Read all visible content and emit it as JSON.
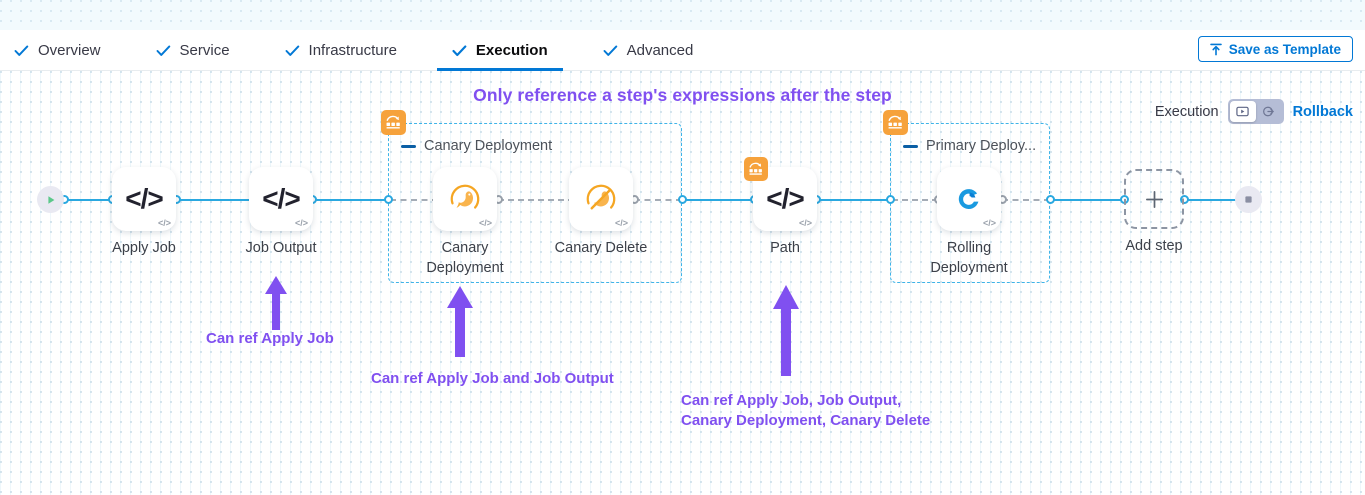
{
  "tabs": [
    {
      "label": "Overview",
      "icon": "check-icon",
      "active": false
    },
    {
      "label": "Service",
      "icon": "check-icon",
      "active": false
    },
    {
      "label": "Infrastructure",
      "icon": "check-icon",
      "active": false
    },
    {
      "label": "Execution",
      "icon": "check-icon",
      "active": true
    },
    {
      "label": "Advanced",
      "icon": "check-icon",
      "active": false
    }
  ],
  "toolbar": {
    "save_template_label": "Save as Template",
    "save_template_icon": "upload-template-icon"
  },
  "headline": "Only reference a step's expressions after the step",
  "exec_control": {
    "label": "Execution",
    "toggle_left_icon": "execution-view-icon",
    "toggle_right_icon": "rollback-view-icon",
    "selected": "execution",
    "rollback_label": "Rollback"
  },
  "nodes": [
    {
      "id": "start",
      "label": "",
      "type": "start",
      "icon": "play-icon"
    },
    {
      "id": "apply-job",
      "label": "Apply Job",
      "type": "step",
      "icon": "code-icon",
      "mini_icon": "code-mini-icon"
    },
    {
      "id": "job-output",
      "label": "Job Output",
      "type": "step",
      "icon": "code-icon",
      "mini_icon": "code-mini-icon"
    },
    {
      "id": "canary-deployment",
      "label": "Canary\nDeployment",
      "type": "step",
      "icon": "canary-bird-icon",
      "mini_icon": "code-mini-icon"
    },
    {
      "id": "canary-delete",
      "label": "Canary Delete",
      "type": "step",
      "icon": "canary-delete-icon",
      "mini_icon": "code-mini-icon"
    },
    {
      "id": "path",
      "label": "Path",
      "type": "step",
      "icon": "code-icon",
      "mini_icon": "code-mini-icon",
      "badge_icon": "stage-template-icon"
    },
    {
      "id": "rolling-deployment",
      "label": "Rolling\nDeployment",
      "type": "step",
      "icon": "rolling-deployment-icon",
      "mini_icon": "code-mini-icon"
    },
    {
      "id": "add-step",
      "label": "Add step",
      "type": "add",
      "icon": "plus-icon"
    },
    {
      "id": "end",
      "label": "",
      "type": "end",
      "icon": "stop-icon"
    }
  ],
  "node_labels": {
    "apply_job": "Apply Job",
    "job_output": "Job Output",
    "canary_deployment_l1": "Canary",
    "canary_deployment_l2": "Deployment",
    "canary_delete": "Canary Delete",
    "path": "Path",
    "rolling_deployment_l1": "Rolling",
    "rolling_deployment_l2": "Deployment",
    "add_step": "Add step"
  },
  "groups": [
    {
      "id": "canary-deployment-group",
      "title": "Canary Deployment",
      "badge_icon": "stage-template-icon",
      "collapse_icon": "collapse-dash-icon"
    },
    {
      "id": "primary-deployment-group",
      "title": "Primary Deploy...",
      "badge_icon": "stage-template-icon",
      "collapse_icon": "collapse-dash-icon"
    }
  ],
  "annotations": [
    {
      "id": "ann-apply-job",
      "text": "Can ref Apply Job"
    },
    {
      "id": "ann-canary-deployment",
      "text": "Can ref Apply Job and Job Output"
    },
    {
      "id": "ann-path-line1",
      "text": "Can ref Apply Job, Job Output,"
    },
    {
      "id": "ann-path-line2",
      "text": "Canary Deployment, Canary Delete"
    }
  ],
  "colors": {
    "accent_blue": "#0278d5",
    "link_blue": "#2aa8e0",
    "group_border": "#3fb4e8",
    "annotation_purple": "#8050f0",
    "badge_orange": "#f6a23c",
    "canary_orange": "#f5a623"
  }
}
